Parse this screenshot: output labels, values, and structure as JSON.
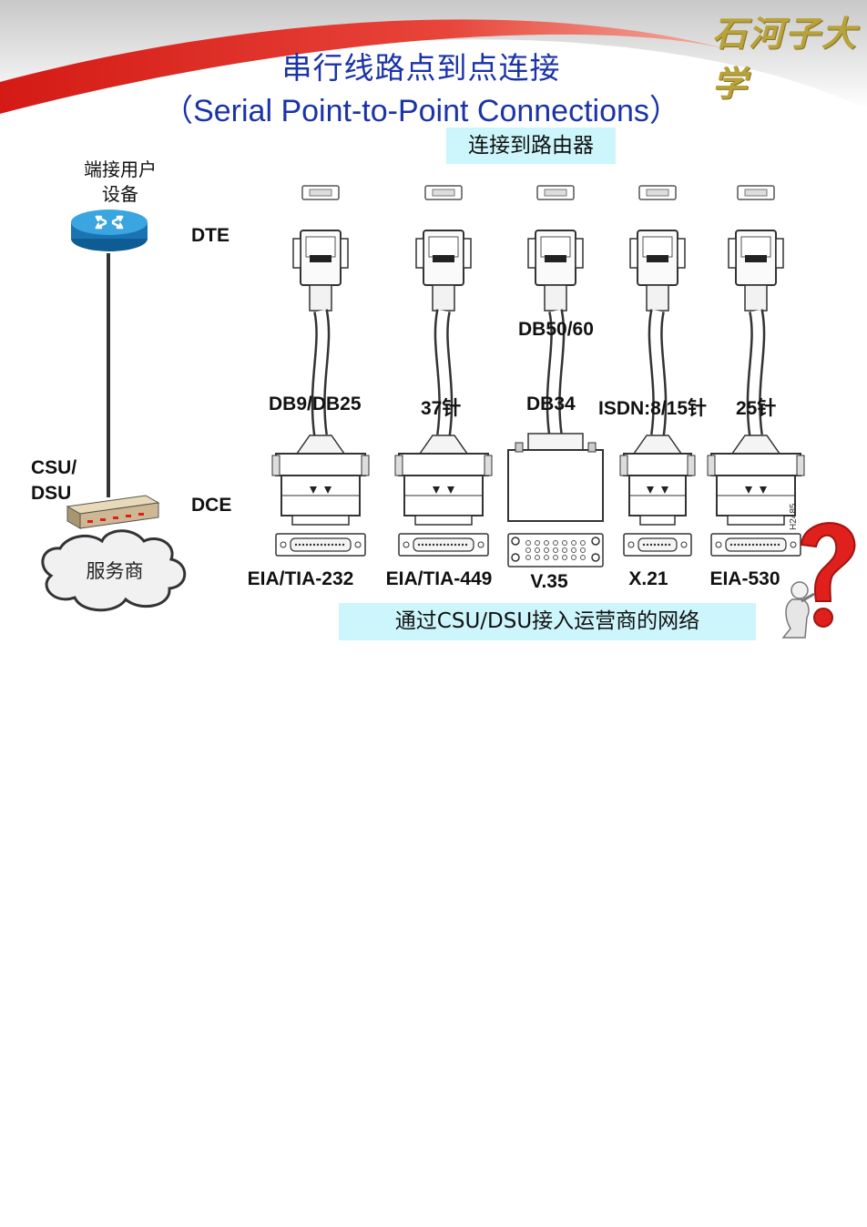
{
  "header": {
    "title_cn": "串行线路点到点连接",
    "title_en": "（Serial Point-to-Point Connections）",
    "logo_text": "石河子大学"
  },
  "diagram": {
    "top_box": "连接到路由器",
    "bottom_box": "通过CSU/DSU接入运营商的网络",
    "user_device_label": "端接用户\n设备",
    "dte_label": "DTE",
    "dce_label": "DCE",
    "csu_dsu_label": "CSU/\nDSU",
    "provider_label": "服务商",
    "figure_code": "H2485",
    "cables": [
      {
        "mid_label": "DB9/DB25",
        "bottom_label": "EIA/TIA-232"
      },
      {
        "mid_label": "37针",
        "bottom_label": "EIA/TIA-449"
      },
      {
        "mid_label": "DB34",
        "top_label": "DB50/60",
        "bottom_label": "V.35"
      },
      {
        "mid_label": "ISDN:8/15针",
        "bottom_label": "X.21"
      },
      {
        "mid_label": "25针",
        "bottom_label": "EIA-530"
      }
    ]
  },
  "colors": {
    "title": "#1a33a8",
    "box_fill": "#ccf6fb",
    "swoosh_red": "#e0201c",
    "router_blue": "#1e86c8",
    "question_mark": "#e0201c"
  }
}
